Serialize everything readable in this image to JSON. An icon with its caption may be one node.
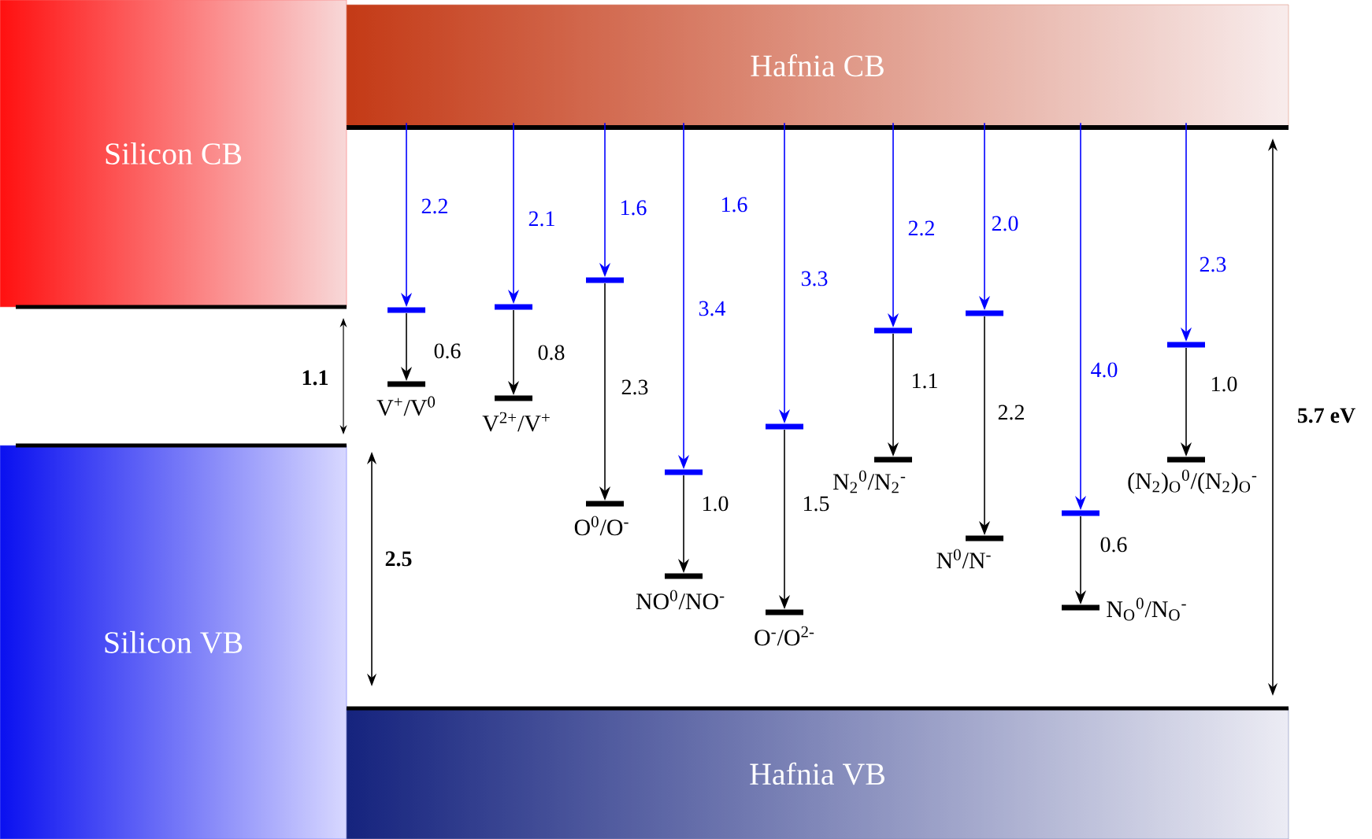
{
  "diagram": {
    "nodes": [
      {
        "text": [
          "Silicon CB"
        ]
      },
      {
        "text": [
          "Hafnia CB"
        ]
      },
      {
        "text": [
          "Silicon VB"
        ]
      },
      {
        "text": [
          "Hafnia VB"
        ]
      },
      {
        "text": [],
        "shape": "bar"
      },
      {
        "text": [],
        "shape": "bar",
        "beside": [
          "V$^{+}$/V$^{0}$"
        ]
      },
      {
        "text": [],
        "shape": "bar"
      },
      {
        "text": [],
        "shape": "bar",
        "beside": [
          "V$^{2+}$/V$^{+}$"
        ]
      },
      {
        "text": [],
        "shape": "bar"
      },
      {
        "text": [],
        "shape": "bar",
        "beside": [
          "O$^{0}$/O$^{-}$"
        ]
      },
      {
        "text": [],
        "shape": "bar"
      },
      {
        "text": [],
        "shape": "bar",
        "beside": [
          "NO$^{0}$/NO$^{-}$"
        ]
      },
      {
        "text": [],
        "shape": "bar"
      },
      {
        "text": [],
        "shape": "bar",
        "beside": [
          "O$^{-}$/O$^{2-}$"
        ]
      },
      {
        "text": [],
        "shape": "bar"
      },
      {
        "text": [],
        "shape": "bar",
        "beside": [
          "N$_{2}$$^{0}$/N$_{2}$$^{-}$"
        ]
      },
      {
        "text": [],
        "shape": "bar"
      },
      {
        "text": [],
        "shape": "bar",
        "beside": [
          "N$^{0}$/N$^{-}$"
        ]
      },
      {
        "text": [],
        "shape": "bar"
      },
      {
        "text": [],
        "shape": "bar",
        "beside": [
          "N$_{O}$$^{0}$/N$_{O}$$^{-}$"
        ]
      },
      {
        "text": [],
        "shape": "bar"
      },
      {
        "text": [],
        "shape": "bar",
        "beside": [
          "(N$_{2}$)$_{O}$$^{0}$/(N$_{2}$)$_{O}$$^{-}$"
        ]
      }
    ],
    "edges": [
      {
        "from": 1,
        "to": 4,
        "arrow": "to",
        "label": "2.2",
        "color": "#0000ff"
      },
      {
        "from": 4,
        "to": 5,
        "arrow": "to",
        "label": "0.6",
        "color": "#000000"
      },
      {
        "from": 1,
        "to": 6,
        "arrow": "to",
        "label": "2.1",
        "color": "#0000ff"
      },
      {
        "from": 6,
        "to": 7,
        "arrow": "to",
        "label": "0.8",
        "color": "#000000"
      },
      {
        "from": 1,
        "to": 8,
        "arrow": "to",
        "label": "1.6",
        "color": "#0000ff"
      },
      {
        "from": 8,
        "to": 9,
        "arrow": "to",
        "label": "2.3",
        "color": "#000000"
      },
      {
        "from": 1,
        "to": 10,
        "arrow": "to",
        "label": "3.4",
        "color": "#0000ff"
      },
      {
        "from": 10,
        "to": 11,
        "arrow": "to",
        "label": "1.0",
        "color": "#000000"
      },
      {
        "from": 1,
        "to": 12,
        "arrow": "to",
        "label": "3.3",
        "color": "#0000ff"
      },
      {
        "from": 12,
        "to": 13,
        "arrow": "to",
        "label": "1.5",
        "color": "#000000"
      },
      {
        "from": 1,
        "to": 14,
        "arrow": "to",
        "label": "2.2",
        "color": "#0000ff"
      },
      {
        "from": 14,
        "to": 15,
        "arrow": "to",
        "label": "1.1",
        "color": "#000000"
      },
      {
        "from": 1,
        "to": 16,
        "arrow": "to",
        "label": "2.0",
        "color": "#0000ff"
      },
      {
        "from": 16,
        "to": 17,
        "arrow": "to",
        "label": "2.2",
        "color": "#000000"
      },
      {
        "from": 1,
        "to": 18,
        "arrow": "to",
        "label": "4.0",
        "color": "#0000ff"
      },
      {
        "from": 18,
        "to": 19,
        "arrow": "to",
        "label": "0.6",
        "color": "#000000"
      },
      {
        "from": 1,
        "to": 20,
        "arrow": "to",
        "label": "2.3",
        "color": "#0000ff"
      },
      {
        "from": 20,
        "to": 21,
        "arrow": "to",
        "label": "1.0",
        "color": "#000000"
      }
    ],
    "labels": [
      "1.6",
      "1.1",
      "2.5",
      "5.7 eV"
    ]
  }
}
